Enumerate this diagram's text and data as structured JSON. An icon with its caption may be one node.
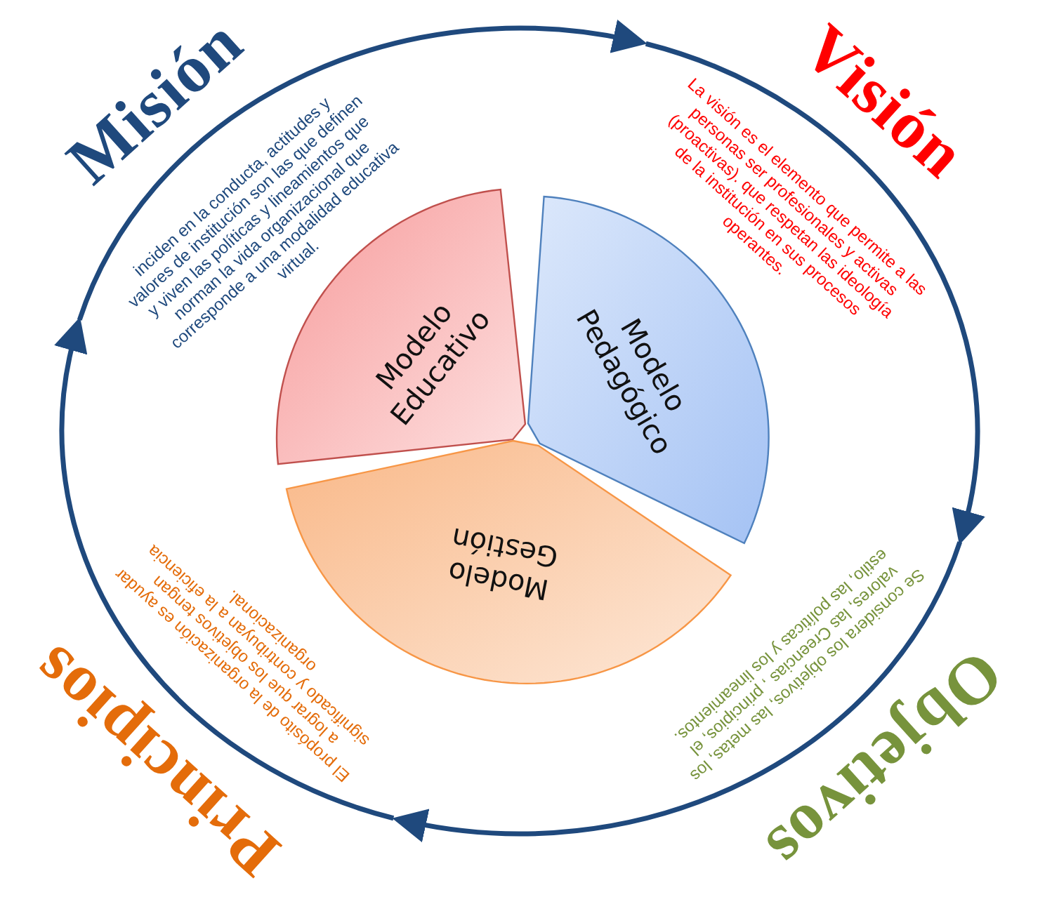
{
  "diagram": {
    "nodes": [
      {
        "text": [
          "Misión",
          "inciden en la conducta, actitudes y valores de institución son las que definen y viven las políticas y lineamientos que norman la vida organizacional que corresponde a una modalidad educativa virtual."
        ]
      },
      {
        "text": [
          "Visión",
          "La visión es el elemento que permite a las personas ser profesionales y activas (proactivas). que respetan las ideología de la institución en sus procesos operantes."
        ]
      },
      {
        "text": [
          "Objetivos",
          "Se considera los objetivos, las metas, los valores, las Creencias , principios, el estilo, las políticas y los lineamientos."
        ]
      },
      {
        "text": [
          "Principios",
          "El propósito de la organización es ayudar a lograr que los objetivos tengan significado y contribuyan a la eficiencia organizacional."
        ]
      },
      {
        "text": [
          "Modelo Educativo"
        ]
      },
      {
        "text": [
          "Modelo Pedagógico"
        ]
      },
      {
        "text": [
          "Modelo Gestión"
        ]
      }
    ],
    "edges": [
      {
        "from": 0,
        "to": 1,
        "arrow": "to"
      },
      {
        "from": 1,
        "to": 2,
        "arrow": "to"
      },
      {
        "from": 2,
        "to": 3,
        "arrow": "to"
      },
      {
        "from": 3,
        "to": 0,
        "arrow": "to"
      }
    ]
  }
}
